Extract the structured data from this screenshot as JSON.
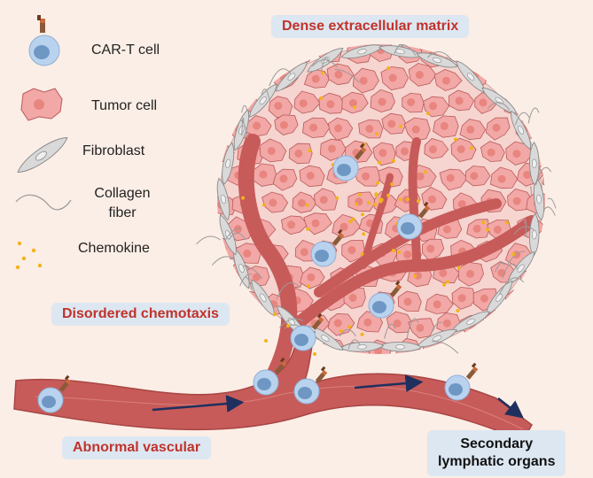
{
  "legend": {
    "car_t": "CAR-T cell",
    "tumor": "Tumor cell",
    "fibroblast": "Fibroblast",
    "collagen_line1": "Collagen",
    "collagen_line2": "fiber",
    "chemokine": "Chemokine"
  },
  "callouts": {
    "dense_matrix": "Dense extracellular matrix",
    "disordered": "Disordered chemotaxis",
    "abnormal": "Abnormal vascular",
    "secondary_line1": "Secondary",
    "secondary_line2": "lymphatic organs"
  },
  "colors": {
    "background": "#fbeee6",
    "tumor_fill": "#f2a8a6",
    "tumor_stroke": "#b85a5a",
    "vessel": "#c75b59",
    "car_t_outer": "#b9d3ef",
    "car_t_nucleus": "#6f97c4",
    "fibroblast": "#d9d9d9",
    "chemokine": "#f2b31a",
    "callout_bg": "#dde7f2",
    "callout_text": "#c0332b",
    "arrow": "#1f2f5e"
  }
}
